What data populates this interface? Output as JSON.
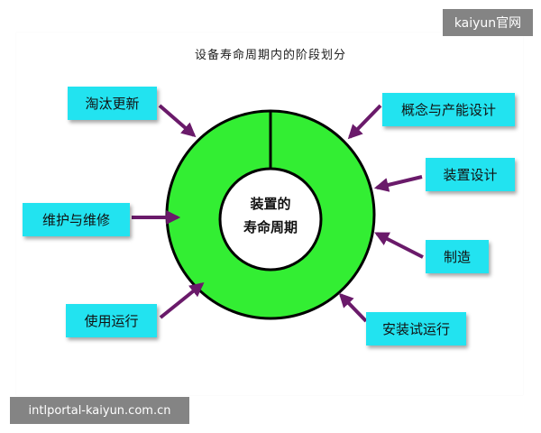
{
  "title": "设备寿命周期内的阶段划分",
  "center": {
    "line1": "装置的",
    "line2": "寿命周期"
  },
  "stages": {
    "concept": "概念与产能设计",
    "device_design": "装置设计",
    "manufacture": "制造",
    "install": "安装试运行",
    "operation": "使用运行",
    "maintenance": "维护与维修",
    "retire": "淘汰更新"
  },
  "colors": {
    "ring": "#33ee33",
    "box": "#22e3f0",
    "arrow": "#6a1a6a"
  },
  "watermark": {
    "top": "kaiyun官网",
    "bottom": "intlportal-kaiyun.com.cn"
  }
}
